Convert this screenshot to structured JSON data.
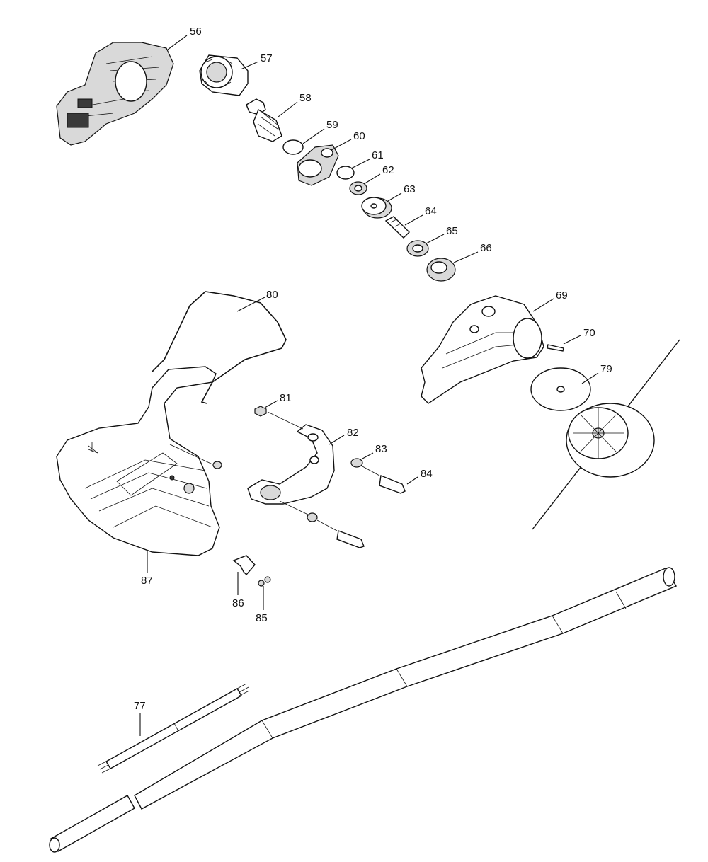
{
  "diagram": {
    "callouts": [
      {
        "id": "56",
        "text": "56"
      },
      {
        "id": "57",
        "text": "57"
      },
      {
        "id": "58",
        "text": "58"
      },
      {
        "id": "59",
        "text": "59"
      },
      {
        "id": "60",
        "text": "60"
      },
      {
        "id": "61",
        "text": "61"
      },
      {
        "id": "62",
        "text": "62"
      },
      {
        "id": "63",
        "text": "63"
      },
      {
        "id": "64",
        "text": "64"
      },
      {
        "id": "65",
        "text": "65"
      },
      {
        "id": "66",
        "text": "66"
      },
      {
        "id": "69",
        "text": "69"
      },
      {
        "id": "70",
        "text": "70"
      },
      {
        "id": "79",
        "text": "79"
      },
      {
        "id": "80",
        "text": "80"
      },
      {
        "id": "81",
        "text": "81"
      },
      {
        "id": "82",
        "text": "82"
      },
      {
        "id": "83",
        "text": "83"
      },
      {
        "id": "84",
        "text": "84"
      },
      {
        "id": "85",
        "text": "85"
      },
      {
        "id": "86",
        "text": "86"
      },
      {
        "id": "87",
        "text": "87"
      },
      {
        "id": "77",
        "text": "77"
      }
    ]
  }
}
